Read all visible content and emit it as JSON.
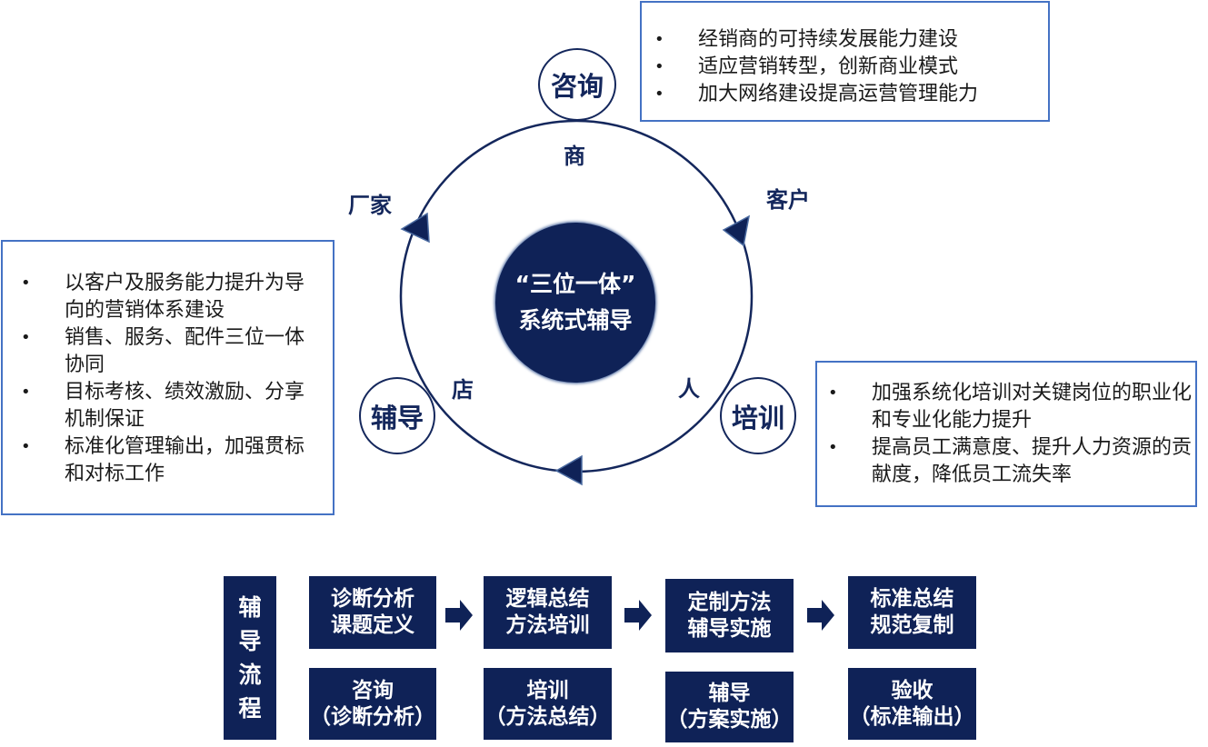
{
  "colors": {
    "navy": "#0f2257",
    "accent_border": "#4472c4"
  },
  "center": {
    "line1": "“三位一体”",
    "line2": "系统式辅导"
  },
  "ring_labels": {
    "top": "商",
    "top_left": "厂家",
    "top_right": "客户",
    "bottom_left": "店",
    "bottom_right": "人"
  },
  "nodes": {
    "consult": "咨询",
    "coach": "辅导",
    "train": "培训"
  },
  "info_boxes": {
    "consult": {
      "bullet": "•",
      "items": [
        "经销商的可持续发展能力建设",
        "适应营销转型，创新商业模式",
        "加大网络建设提高运营管理能力"
      ]
    },
    "coach": {
      "bullet": "•",
      "items": [
        "以客户及服务能力提升为导向的营销体系建设",
        "销售、服务、配件三位一体协同",
        "目标考核、绩效激励、分享机制保证",
        "标准化管理输出，加强贯标和对标工作"
      ]
    },
    "train": {
      "bullet": "•",
      "items": [
        "加强系统化培训对关键岗位的职业化和专业化能力提升",
        "提高员工满意度、提升人力资源的贡献度，降低员工流失率"
      ]
    }
  },
  "process": {
    "title_chars": [
      "辅",
      "导",
      "流",
      "程"
    ],
    "steps": [
      {
        "top": [
          "诊断分析",
          "课题定义"
        ],
        "bottom": [
          "咨询",
          "（诊断分析）"
        ]
      },
      {
        "top": [
          "逻辑总结",
          "方法培训"
        ],
        "bottom": [
          "培训",
          "（方法总结）"
        ]
      },
      {
        "top": [
          "定制方法",
          "辅导实施"
        ],
        "bottom": [
          "辅导",
          "（方案实施）"
        ]
      },
      {
        "top": [
          "标准总结",
          "规范复制"
        ],
        "bottom": [
          "验收",
          "（标准输出）"
        ]
      }
    ]
  }
}
